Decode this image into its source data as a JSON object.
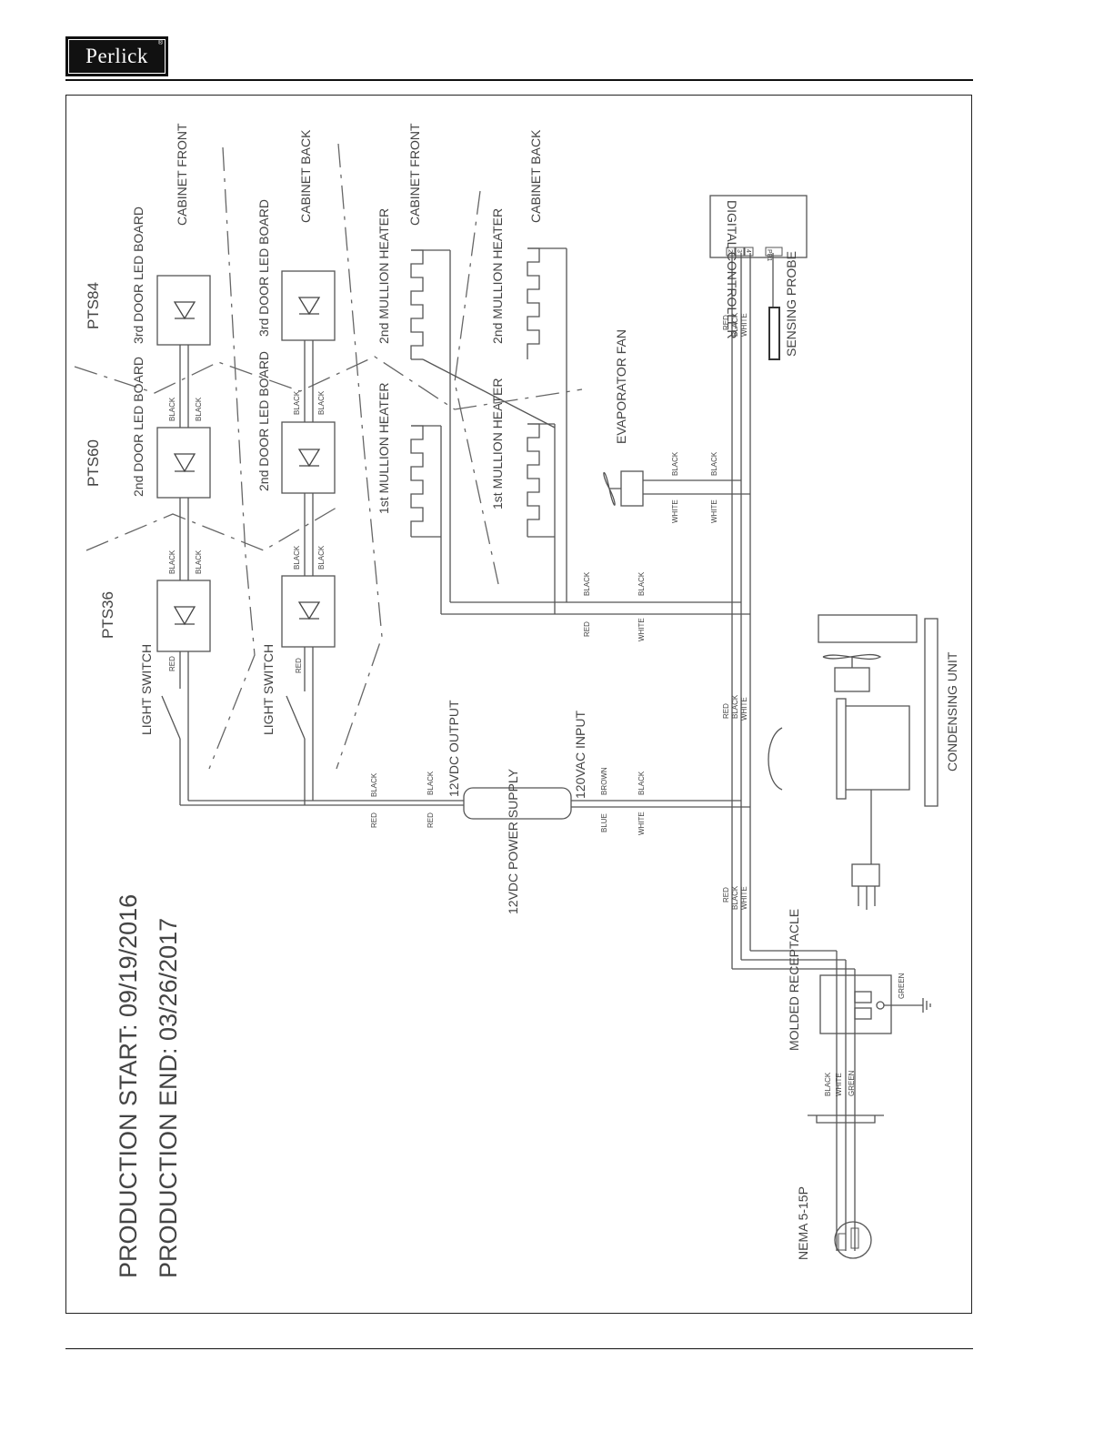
{
  "header": {
    "logo_text": "Perlick",
    "logo_mark": "®"
  },
  "production": {
    "start": "PRODUCTION START: 09/19/2016",
    "end": "PRODUCTION END: 03/26/2017"
  },
  "models": [
    "PTS36",
    "PTS60",
    "PTS84"
  ],
  "led_boards": [
    "2nd DOOR LED BOARD",
    "3rd DOOR LED BOARD"
  ],
  "heaters": [
    "1st MULLION HEATER",
    "2nd MULLION HEATER"
  ],
  "cabinet": {
    "front": "CABINET FRONT",
    "back": "CABINET BACK"
  },
  "labels": {
    "light_switch": "LIGHT SWITCH",
    "output": "12VDC OUTPUT",
    "input": "120VAC INPUT",
    "power_supply": "12VDC POWER SUPPLY",
    "evaporator_fan": "EVAPORATOR FAN",
    "digital_controller": "DIGITAL CONTROLLER",
    "sensing_probe": "SENSING PROBE",
    "condensing_unit": "CONDENSING UNIT",
    "molded_receptacle": "MOLDED RECEPTACLE",
    "nema": "NEMA 5-15P"
  },
  "wires": {
    "red": "RED",
    "black": "BLACK",
    "white": "WHITE",
    "green": "GREEN",
    "brown": "BROWN",
    "blue": "BLUE"
  },
  "terminals": [
    "2",
    "3",
    "4",
    "PB1"
  ]
}
